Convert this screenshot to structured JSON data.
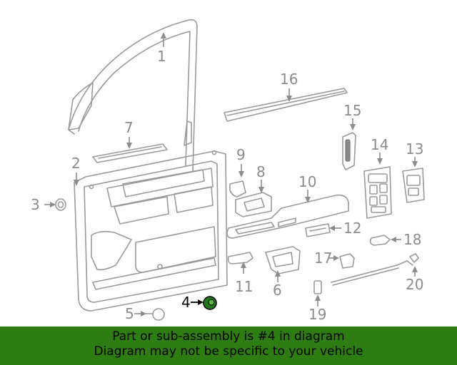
{
  "callouts": {
    "c1": "1",
    "c2": "2",
    "c3": "3",
    "c4": "4",
    "c5": "5",
    "c6": "6",
    "c7": "7",
    "c8": "8",
    "c9": "9",
    "c10": "10",
    "c11": "11",
    "c12": "12",
    "c13": "13",
    "c14": "14",
    "c15": "15",
    "c16": "16",
    "c17": "17",
    "c18": "18",
    "c19": "19",
    "c20": "20"
  },
  "highlighted_part": "4",
  "colors": {
    "banner_bg": "#2e7d12",
    "highlight_part": "#1e7a18",
    "line_art": "#9a9a9a"
  },
  "banner": {
    "line1": "Part or sub-assembly is #4 in diagram",
    "line2": "Diagram may not be specific to your vehicle"
  }
}
